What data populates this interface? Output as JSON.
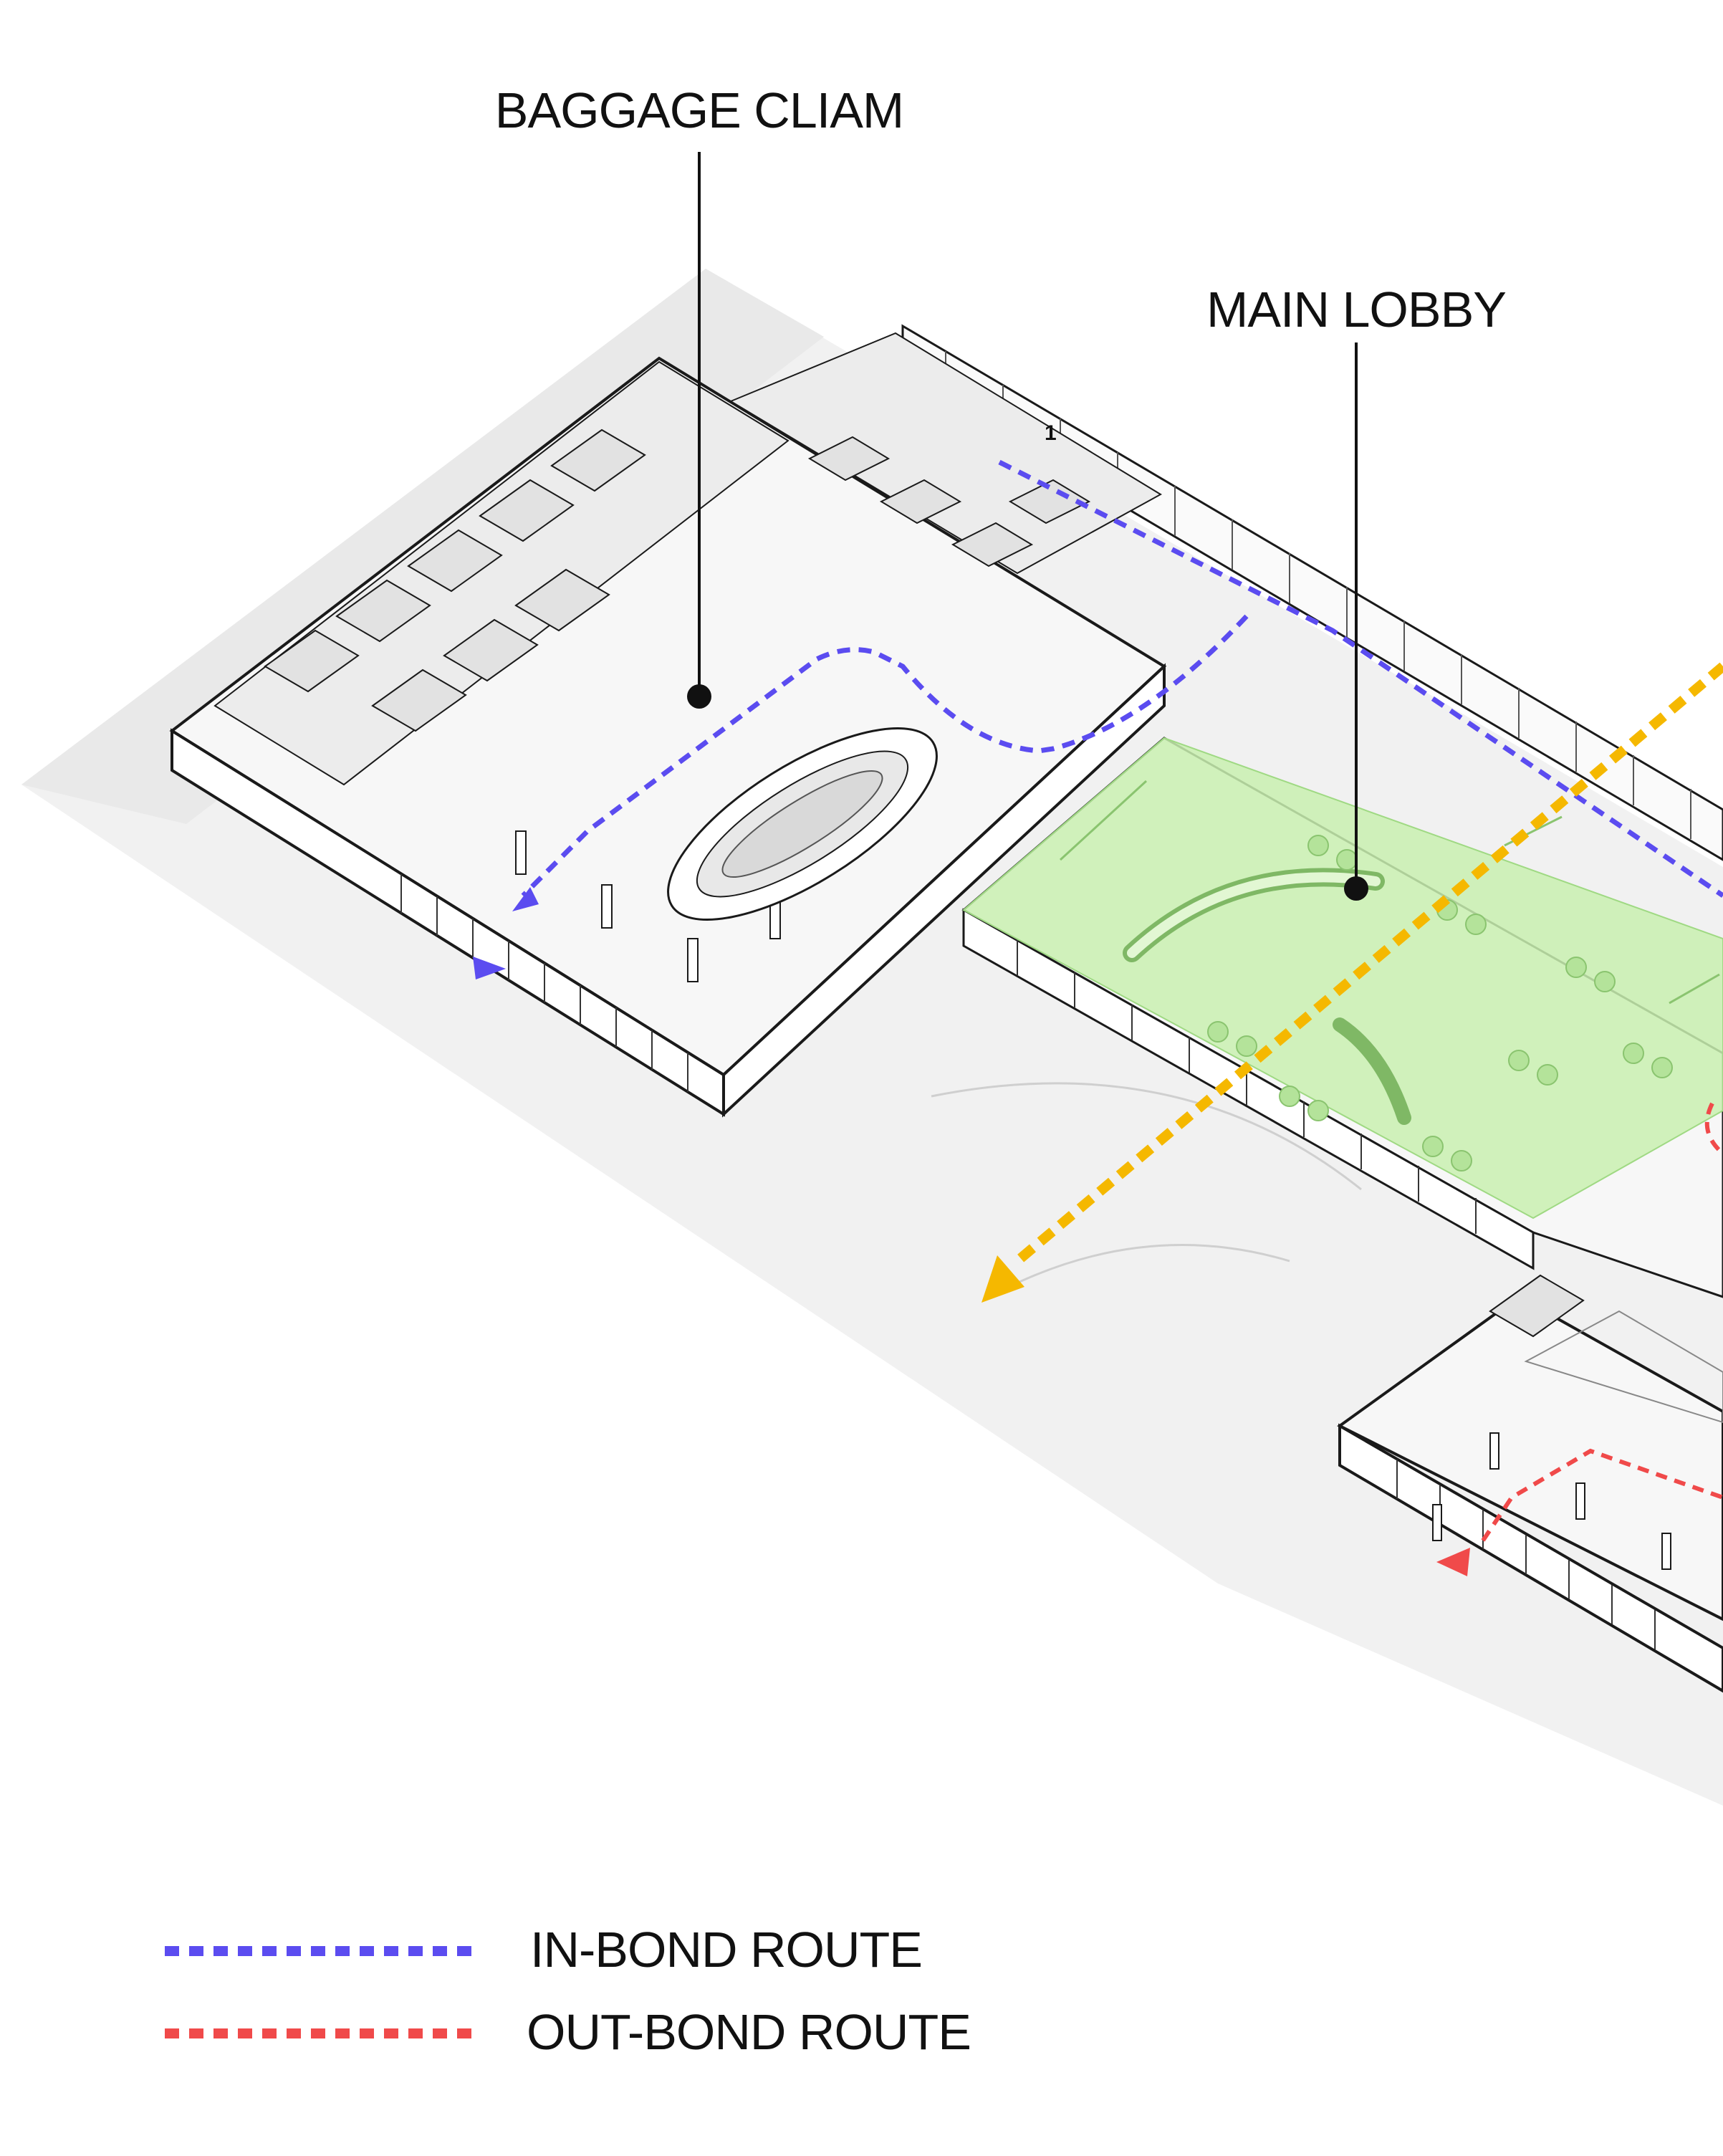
{
  "labels": {
    "baggage_claim": "BAGGAGE CLIAM",
    "main_lobby": "MAIN LOBBY",
    "room_number": "1"
  },
  "legend": {
    "in_bond": "IN-BOND ROUTE",
    "out_bond": "OUT-BOND ROUTE"
  },
  "colors": {
    "in_bond_route": "#5b4cf0",
    "out_bond_route": "#f04a4a",
    "public_flow": "#f5b800",
    "main_lobby_zone": "#c9f0b0",
    "ground": "#f1f1f1",
    "walls": "#ffffff",
    "wall_line": "#1a1a1a"
  },
  "icons": {
    "in_bond_arrow": "triangle-right-icon",
    "out_bond_arrow": "triangle-left-icon",
    "public_flow_arrow": "arrowhead-icon"
  }
}
